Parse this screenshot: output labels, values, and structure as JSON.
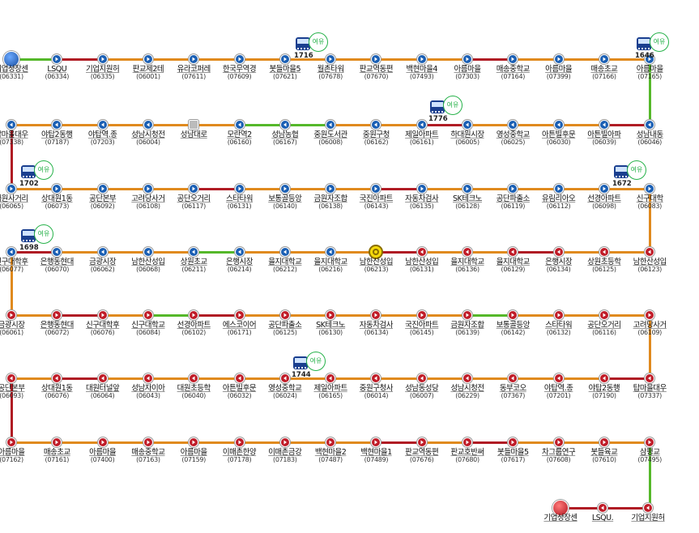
{
  "colors": {
    "orange": "#e08a1e",
    "green": "#55b82a",
    "red": "#b01c24",
    "blue_stop": "#1a5fb4",
    "red_stop": "#c01c28"
  },
  "rows": [
    {
      "dir": "right",
      "stops": [
        {
          "name": "기업성장센",
          "code": "(06331)",
          "type": "term-blue"
        },
        {
          "name": "LSQU",
          "code": "(06334)"
        },
        {
          "name": "기업지원허",
          "code": "(06335)"
        },
        {
          "name": "판교제2테",
          "code": "(06001)"
        },
        {
          "name": "유라코퍼레",
          "code": "(07611)"
        },
        {
          "name": "한국무역경",
          "code": "(07609)"
        },
        {
          "name": "봇들마을5",
          "code": "(07621)"
        },
        {
          "name": "월촌타워",
          "code": "(07678)"
        },
        {
          "name": "판교역동편",
          "code": "(07670)"
        },
        {
          "name": "백현마을4",
          "code": "(07493)"
        },
        {
          "name": "아름마을",
          "code": "(07303)"
        },
        {
          "name": "매송중학교",
          "code": "(07164)"
        },
        {
          "name": "아름마을",
          "code": "(07399)"
        },
        {
          "name": "매송초교",
          "code": "(07166)"
        },
        {
          "name": "아름마을",
          "code": "(07165)"
        }
      ],
      "segs": [
        "green",
        "red",
        "orange",
        "orange",
        "orange",
        "orange",
        "orange",
        "orange",
        "orange",
        "orange",
        "red",
        "orange",
        "orange",
        "orange"
      ]
    },
    {
      "dir": "left",
      "stops": [
        {
          "name": "성남내동",
          "code": "(06046)"
        },
        {
          "name": "아튼빌아파",
          "code": "(06039)"
        },
        {
          "name": "아튼빌후문",
          "code": "(06030)"
        },
        {
          "name": "영성중학교",
          "code": "(06025)"
        },
        {
          "name": "하대원시장",
          "code": "(06005)"
        },
        {
          "name": "제일아파트",
          "code": "(06161)"
        },
        {
          "name": "중원구청",
          "code": "(06162)"
        },
        {
          "name": "중원도서관",
          "code": "(06008)"
        },
        {
          "name": "성남농협",
          "code": "(06167)"
        },
        {
          "name": "모란역2",
          "code": "(06160)"
        },
        {
          "name": "성남대로",
          "code": "",
          "type": "cross"
        },
        {
          "name": "성남시청전",
          "code": "(06004)"
        },
        {
          "name": "야탑역.종",
          "code": "(07203)"
        },
        {
          "name": "야탑2동행",
          "code": "(07187)"
        },
        {
          "name": "탑마을대우",
          "code": "(07338)"
        }
      ],
      "segs": [
        "red",
        "orange",
        "orange",
        "orange",
        "red",
        "orange",
        "orange",
        "green",
        "green",
        "orange",
        "orange",
        "orange",
        "orange",
        "orange"
      ]
    },
    {
      "dir": "right",
      "stops": [
        {
          "name": "대원사거리",
          "code": "(06065)"
        },
        {
          "name": "상대원1동",
          "code": "(06073)"
        },
        {
          "name": "공단본부",
          "code": "(06092)"
        },
        {
          "name": "고려당사거",
          "code": "(06108)"
        },
        {
          "name": "공단오거리",
          "code": "(06117)"
        },
        {
          "name": "스타타워",
          "code": "(06131)"
        },
        {
          "name": "보통골등앙",
          "code": "(06140)"
        },
        {
          "name": "금원자조합",
          "code": "(06138)"
        },
        {
          "name": "국진아파트",
          "code": "(06143)"
        },
        {
          "name": "자동차검사",
          "code": "(06135)"
        },
        {
          "name": "SK테크노",
          "code": "(06128)"
        },
        {
          "name": "공단파출소",
          "code": "(06119)"
        },
        {
          "name": "유림리아오",
          "code": "(06112)"
        },
        {
          "name": "선경아파트",
          "code": "(06098)"
        },
        {
          "name": "신구대학",
          "code": "(06083)"
        }
      ],
      "segs": [
        "orange",
        "orange",
        "orange",
        "orange",
        "red",
        "orange",
        "orange",
        "orange",
        "red",
        "orange",
        "orange",
        "orange",
        "orange",
        "orange"
      ]
    },
    {
      "dir": "left",
      "stops": [
        {
          "name": "남한산성입",
          "code": "(06123)",
          "type": "red"
        },
        {
          "name": "상원초등학",
          "code": "(06125)",
          "type": "red"
        },
        {
          "name": "은행시장",
          "code": "(06134)",
          "type": "red"
        },
        {
          "name": "을지대학교",
          "code": "(06129)",
          "type": "red"
        },
        {
          "name": "을지대학교",
          "code": "(06136)",
          "type": "red"
        },
        {
          "name": "남한산성입",
          "code": "(06131)",
          "type": "red"
        },
        {
          "name": "남한산성입",
          "code": "(06213)",
          "type": "target"
        },
        {
          "name": "을지대학교",
          "code": "(06216)"
        },
        {
          "name": "을지대학교",
          "code": "(06212)"
        },
        {
          "name": "은행시장",
          "code": "(06214)"
        },
        {
          "name": "상원초교",
          "code": "(06211)"
        },
        {
          "name": "남한산성입",
          "code": "(06068)"
        },
        {
          "name": "금광시장",
          "code": "(06062)"
        },
        {
          "name": "은행동현대",
          "code": "(06070)"
        },
        {
          "name": "신구대학후",
          "code": "(06077)"
        }
      ],
      "segs": [
        "orange",
        "orange",
        "red",
        "orange",
        "orange",
        "red",
        "orange",
        "orange",
        "orange",
        "green",
        "orange",
        "orange",
        "orange",
        "red"
      ]
    },
    {
      "dir": "right",
      "stops": [
        {
          "name": "금광시장",
          "code": "(06061)",
          "type": "red"
        },
        {
          "name": "은행동현대",
          "code": "(06072)",
          "type": "red"
        },
        {
          "name": "신구대학후",
          "code": "(06076)",
          "type": "red"
        },
        {
          "name": "신구대학교",
          "code": "(06084)",
          "type": "red"
        },
        {
          "name": "선경아파트",
          "code": "(06102)",
          "type": "red"
        },
        {
          "name": "에스코이어",
          "code": "(06171)",
          "type": "red"
        },
        {
          "name": "공단파출소",
          "code": "(06125)",
          "type": "red"
        },
        {
          "name": "SK테크노",
          "code": "(06130)",
          "type": "red"
        },
        {
          "name": "자동차검사",
          "code": "(06134)",
          "type": "red"
        },
        {
          "name": "국진아파트",
          "code": "(06145)",
          "type": "red"
        },
        {
          "name": "금원자조합",
          "code": "(06139)",
          "type": "red"
        },
        {
          "name": "보통골등앙",
          "code": "(06142)",
          "type": "red"
        },
        {
          "name": "스타타워",
          "code": "(06132)",
          "type": "red"
        },
        {
          "name": "공단오거리",
          "code": "(06116)",
          "type": "red"
        },
        {
          "name": "고려당사거",
          "code": "(06109)",
          "type": "red"
        }
      ],
      "segs": [
        "orange",
        "red",
        "orange",
        "green",
        "red",
        "orange",
        "orange",
        "orange",
        "orange",
        "orange",
        "green",
        "orange",
        "orange",
        "orange"
      ]
    },
    {
      "dir": "left",
      "stops": [
        {
          "name": "탑마을대우",
          "code": "(07337)",
          "type": "red"
        },
        {
          "name": "야탑2동행",
          "code": "(07190)",
          "type": "red"
        },
        {
          "name": "야탑역.종",
          "code": "(07201)",
          "type": "red"
        },
        {
          "name": "동부코오",
          "code": "(07367)",
          "type": "red"
        },
        {
          "name": "성남시청전",
          "code": "(06229)",
          "type": "red"
        },
        {
          "name": "성남동성당",
          "code": "(06007)",
          "type": "red"
        },
        {
          "name": "중원구청사",
          "code": "(06014)",
          "type": "red"
        },
        {
          "name": "제일아파트",
          "code": "(06165)",
          "type": "red"
        },
        {
          "name": "영성중학교",
          "code": "(06024)",
          "type": "red"
        },
        {
          "name": "아튼빌후문",
          "code": "(06032)",
          "type": "red"
        },
        {
          "name": "대원초등학",
          "code": "(06040)",
          "type": "red"
        },
        {
          "name": "성남자이아",
          "code": "(06043)",
          "type": "red"
        },
        {
          "name": "대원터널앞",
          "code": "(06064)",
          "type": "red"
        },
        {
          "name": "상대원1동",
          "code": "(06076)",
          "type": "red"
        },
        {
          "name": "공단본부",
          "code": "(06093)",
          "type": "red"
        }
      ],
      "segs": [
        "red",
        "orange",
        "orange",
        "orange",
        "orange",
        "orange",
        "orange",
        "orange",
        "orange",
        "orange",
        "orange",
        "orange",
        "red",
        "orange"
      ]
    },
    {
      "dir": "right",
      "stops": [
        {
          "name": "아름마을",
          "code": "(07162)",
          "type": "red"
        },
        {
          "name": "매송초교",
          "code": "(07161)",
          "type": "red"
        },
        {
          "name": "아름마을",
          "code": "(07400)",
          "type": "red"
        },
        {
          "name": "매송중학교",
          "code": "(07163)",
          "type": "red"
        },
        {
          "name": "아름마을",
          "code": "(07159)",
          "type": "red"
        },
        {
          "name": "이매촌한양",
          "code": "(07178)",
          "type": "red"
        },
        {
          "name": "이매촌금강",
          "code": "(07183)",
          "type": "red"
        },
        {
          "name": "백현마을2",
          "code": "(07487)",
          "type": "red"
        },
        {
          "name": "백현마을1",
          "code": "(07489)",
          "type": "red"
        },
        {
          "name": "판교역동편",
          "code": "(07676)",
          "type": "red"
        },
        {
          "name": "판교호반써",
          "code": "(07680)",
          "type": "red"
        },
        {
          "name": "봇들마을5",
          "code": "(07617)",
          "type": "red"
        },
        {
          "name": "차그룹연구",
          "code": "(07608)",
          "type": "red"
        },
        {
          "name": "봇들육교",
          "code": "(07610)",
          "type": "red"
        },
        {
          "name": "삼평교",
          "code": "(07495)",
          "type": "red"
        }
      ],
      "segs": [
        "orange",
        "orange",
        "orange",
        "orange",
        "orange",
        "orange",
        "orange",
        "orange",
        "red",
        "orange",
        "red",
        "orange",
        "orange",
        "orange"
      ]
    }
  ],
  "final_row": {
    "stops": [
      {
        "name": "기업성장센",
        "code": "",
        "type": "term-red"
      },
      {
        "name": "LSQU.",
        "code": "",
        "type": "red"
      },
      {
        "name": "기업지원허",
        "code": "",
        "type": "red"
      }
    ]
  },
  "buses": [
    {
      "no": "1716",
      "seat": "여유"
    },
    {
      "no": "1646",
      "seat": "여유"
    },
    {
      "no": "1776",
      "seat": "여유"
    },
    {
      "no": "1702",
      "seat": "여유"
    },
    {
      "no": "1672",
      "seat": "여유"
    },
    {
      "no": "1698",
      "seat": "여유"
    },
    {
      "no": "1744",
      "seat": "여유"
    }
  ]
}
